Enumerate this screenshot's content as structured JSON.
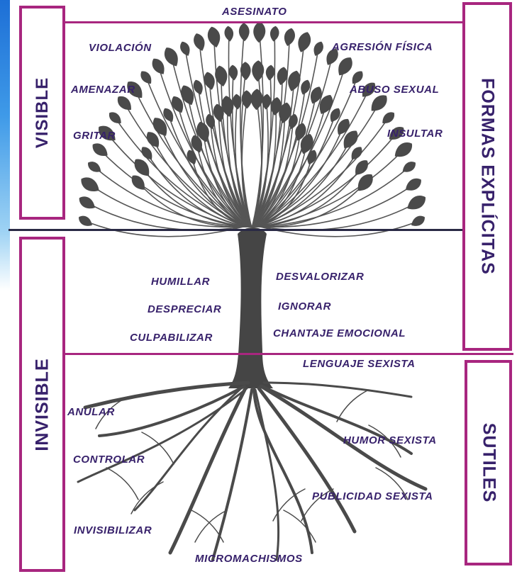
{
  "side_labels": {
    "visible": "VISIBLE",
    "invisible": "INVISIBLE",
    "explicit": "FORMAS EXPLÍCITAS",
    "subtle": "SUTILES"
  },
  "canopy_labels": {
    "top": "ASESINATO",
    "left_1": "VIOLACIÓN",
    "left_2": "AMENAZAR",
    "left_3": "GRITAR",
    "right_1": "AGRESIÓN FÍSICA",
    "right_2": "ABUSO SEXUAL",
    "right_3": "INSULTAR"
  },
  "trunk_labels": {
    "left_1": "HUMILLAR",
    "left_2": "DESPRECIAR",
    "left_3": "CULPABILIZAR",
    "right_1": "DESVALORIZAR",
    "right_2": "IGNORAR",
    "right_3": "CHANTAJE EMOCIONAL"
  },
  "root_labels": {
    "right_1": "LENGUAJE SEXISTA",
    "left_1": "ANULAR",
    "right_2": "HUMOR SEXISTA",
    "left_2": "CONTROLAR",
    "right_3": "PUBLICIDAD SEXISTA",
    "left_3": "INVISIBILIZAR",
    "bottom": "MICROMACHISMOS"
  },
  "colors": {
    "frame": "#a8267f",
    "text": "#37216b",
    "tree": "#4a4a4a",
    "divider": "#2a2a45"
  }
}
